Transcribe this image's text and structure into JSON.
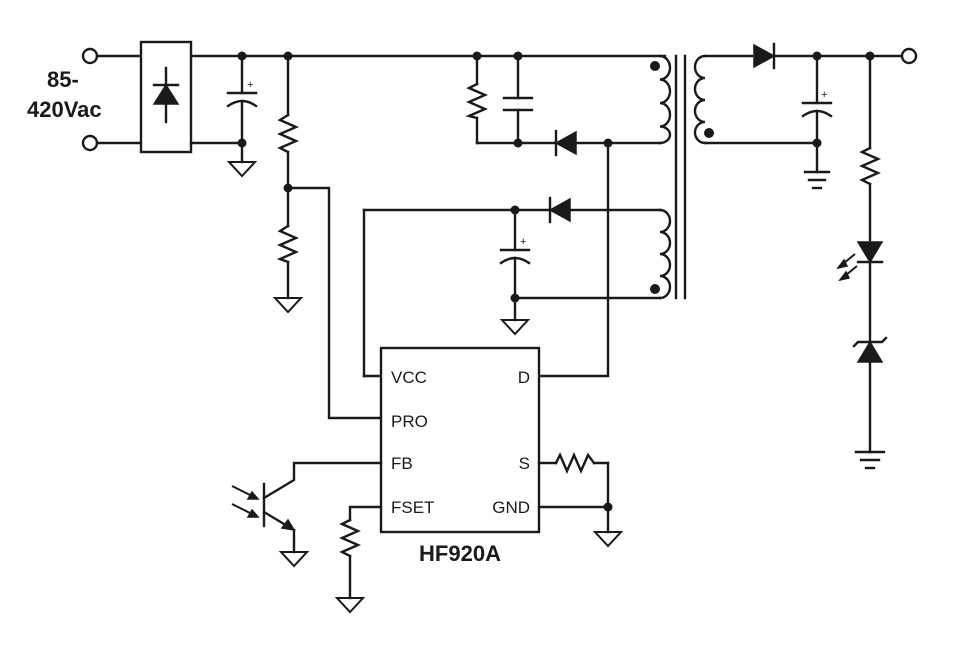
{
  "input_voltage": {
    "line1": "85-",
    "line2": "420Vac"
  },
  "ic": {
    "part_number": "HF920A",
    "pins": {
      "vcc": "VCC",
      "pro": "PRO",
      "fb": "FB",
      "fset": "FSET",
      "d": "D",
      "s": "S",
      "gnd": "GND"
    }
  },
  "capacitor_polarity_mark": "+"
}
